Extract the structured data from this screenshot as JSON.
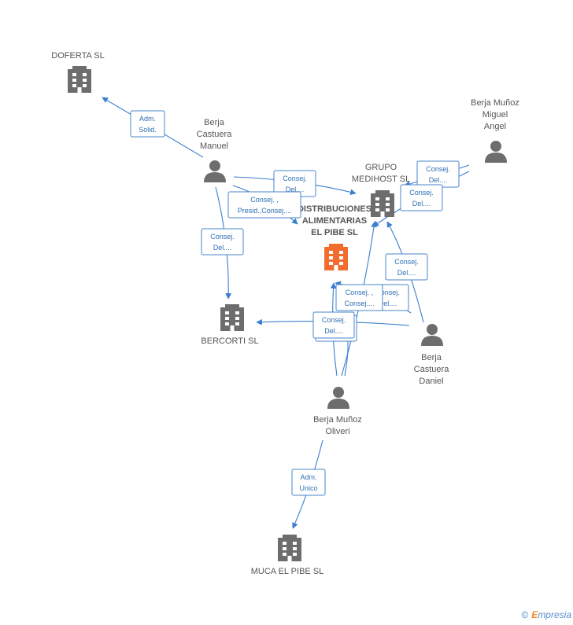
{
  "nodes": {
    "doferta": {
      "label_lines": [
        "DOFERTA SL"
      ]
    },
    "grupo_medihost": {
      "label_lines": [
        "GRUPO",
        "MEDIHOST SL"
      ]
    },
    "distribuciones": {
      "label_lines": [
        "DISTRIBUCIONES",
        "ALIMENTARIAS",
        "EL PIBE SL"
      ]
    },
    "bercorti": {
      "label_lines": [
        "BERCORTI SL"
      ]
    },
    "muca": {
      "label_lines": [
        "MUCA EL PIBE SL"
      ]
    },
    "manuel": {
      "label_lines": [
        "Berja",
        "Castuera",
        "Manuel"
      ]
    },
    "miguel_angel": {
      "label_lines": [
        "Berja Muñoz",
        "Miguel",
        "Angel"
      ]
    },
    "daniel": {
      "label_lines": [
        "Berja",
        "Castuera",
        "Daniel"
      ]
    },
    "oliveri": {
      "label_lines": [
        "Berja Muñoz",
        "Oliveri"
      ]
    }
  },
  "relations": [
    {
      "id": "r1",
      "lines": [
        "Adm.",
        "Solid."
      ]
    },
    {
      "id": "r2",
      "lines": [
        "Consej.",
        "Del...."
      ]
    },
    {
      "id": "r3",
      "lines": [
        "Consej. ,",
        "Presid.,Consej...."
      ]
    },
    {
      "id": "r4",
      "lines": [
        "Consej.",
        "Del...."
      ]
    },
    {
      "id": "r5",
      "lines": [
        "Consej.",
        "Del...."
      ]
    },
    {
      "id": "r6",
      "lines": [
        "Consej.",
        "Del...."
      ]
    },
    {
      "id": "r7",
      "lines": [
        "Consej.",
        "Del...."
      ]
    },
    {
      "id": "r8",
      "lines": [
        "Consej.",
        "Del...."
      ]
    },
    {
      "id": "r9",
      "lines": [
        "Consej. ,",
        "Consej...."
      ]
    },
    {
      "id": "r10",
      "lines": [
        "Consej.",
        "Del...."
      ]
    },
    {
      "id": "r11",
      "lines": [
        "Adm.",
        "Unico"
      ]
    }
  ],
  "colors": {
    "edge": "#3a7fcf",
    "focus_company": "#f26b2f",
    "company": "#6d6d6d",
    "person": "#6d6d6d"
  },
  "footer": {
    "copyright_symbol": "©",
    "brand_initial": "E",
    "brand_rest": "mpresia"
  }
}
